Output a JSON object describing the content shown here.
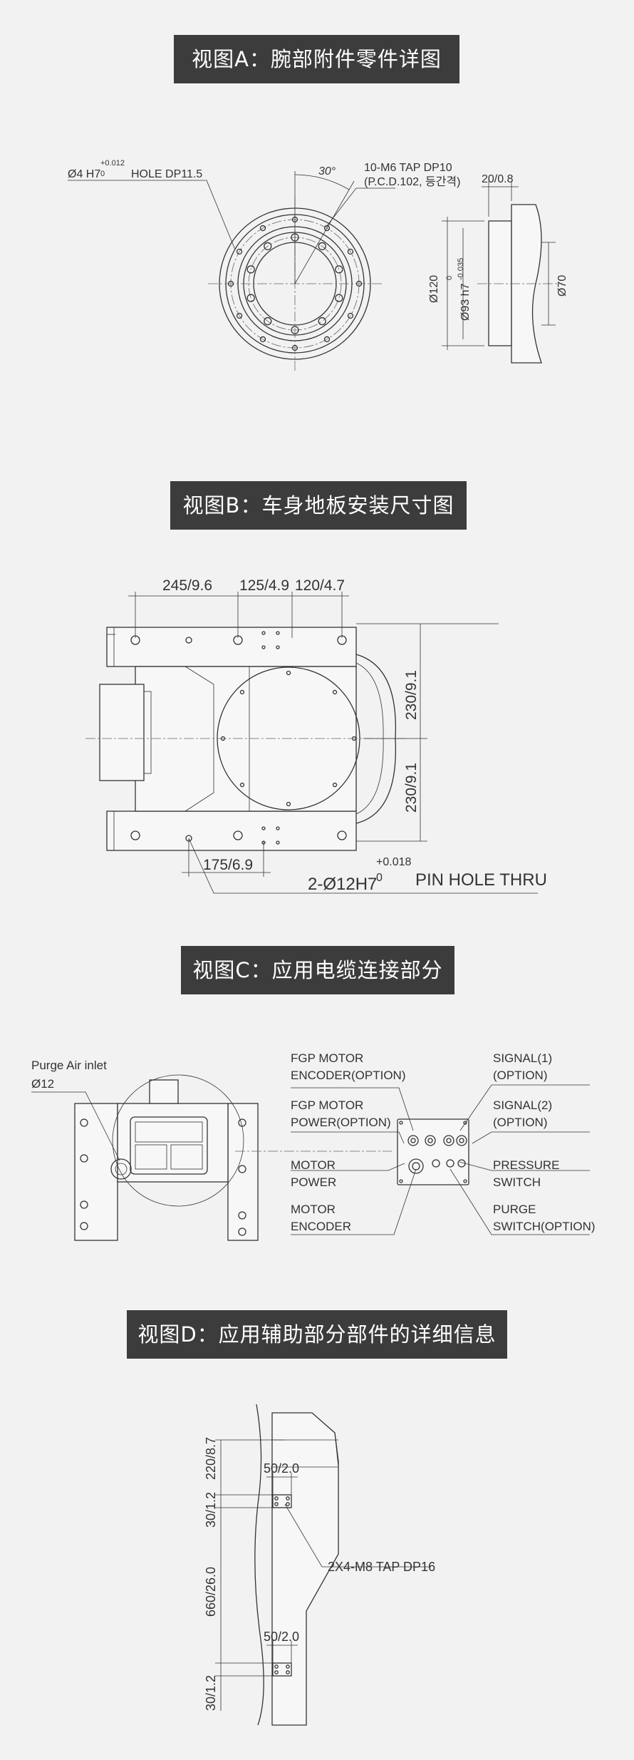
{
  "sections": {
    "a": {
      "title": "视图A：腕部附件零件详图",
      "labels": {
        "pin_hole": "Ø4 H7",
        "pin_tol_upper": "+0.012",
        "pin_tol_lower": "0",
        "hole_depth": "HOLE DP11.5",
        "angle": "30°",
        "tap": "10-M6 TAP DP10",
        "pcd": "(P.C.D.102, 등간격)",
        "dim_20": "20/0.8",
        "dim_120": "Ø120",
        "dim_93": "Ø93 h7",
        "dim_93_tol_upper": "0",
        "dim_93_tol_lower": "-0.035",
        "dim_70": "Ø70"
      }
    },
    "b": {
      "title": "视图B：车身地板安装尺寸图",
      "labels": {
        "dim_245": "245/9.6",
        "dim_125": "125/4.9",
        "dim_120": "120/4.7",
        "dim_230_top": "230/9.1",
        "dim_230_bottom": "230/9.1",
        "dim_175": "175/6.9",
        "pin": "2-Ø12H7",
        "pin_tol_upper": "+0.018",
        "pin_tol_lower": "0",
        "pin_note": "PIN HOLE THRU"
      }
    },
    "c": {
      "title": "视图C：应用电缆连接部分",
      "labels": {
        "purge_air": "Purge Air inlet",
        "purge_dia": "Ø12",
        "fgp_enc_1": "FGP MOTOR",
        "fgp_enc_2": "ENCODER(OPTION)",
        "fgp_pow_1": "FGP MOTOR",
        "fgp_pow_2": "POWER(OPTION)",
        "motor_pow_1": "MOTOR",
        "motor_pow_2": "POWER",
        "motor_enc_1": "MOTOR",
        "motor_enc_2": "ENCODER",
        "signal1_1": "SIGNAL(1)",
        "signal1_2": "(OPTION)",
        "signal2_1": "SIGNAL(2)",
        "signal2_2": "(OPTION)",
        "pressure_1": "PRESSURE",
        "pressure_2": "SWITCH",
        "purge_sw_1": "PURGE",
        "purge_sw_2": "SWITCH(OPTION)"
      }
    },
    "d": {
      "title": "视图D：应用辅助部分部件的详细信息",
      "labels": {
        "dim_220": "220/8.7",
        "dim_30_top": "30/1.2",
        "dim_660": "660/26.0",
        "dim_30_bottom": "30/1.2",
        "dim_50_top": "50/2.0",
        "dim_50_bottom": "50/2.0",
        "tap": "2X4-M8 TAP DP16"
      }
    }
  }
}
